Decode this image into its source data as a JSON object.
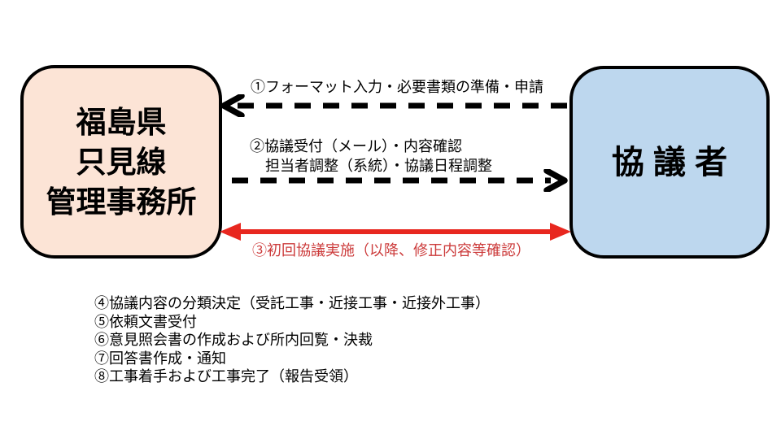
{
  "diagram": {
    "left_box": {
      "lines": [
        "福島県",
        "只見線",
        "管理事務所"
      ]
    },
    "right_box": {
      "label": "協 議 者"
    },
    "arrows": [
      {
        "id": "1",
        "direction": "right-to-left",
        "style": "dashed",
        "color": "#000000",
        "label": "①フォーマット入力・必要書類の準備・申請"
      },
      {
        "id": "2",
        "direction": "left-to-right",
        "style": "dashed",
        "color": "#000000",
        "label_line1": "②協議受付（メール）・内容確認",
        "label_line2": "担当者調整（系統）・協議日程調整"
      },
      {
        "id": "3",
        "direction": "both",
        "style": "solid",
        "color": "#E8271F",
        "label": "③初回協議実施（以降、修正内容等確認）"
      }
    ],
    "steps": [
      "④協議内容の分類決定（受託工事・近接工事・近接外工事）",
      "⑤依頼文書受付",
      "⑥意見照会書の作成および所内回覧・決裁",
      "⑦回答書作成・通知",
      "⑧工事着手および工事完了（報告受領）"
    ],
    "colors": {
      "left_box_fill": "#FCE4D6",
      "right_box_fill": "#BDD7EE",
      "box_border": "#000000",
      "black_arrow": "#000000",
      "red_arrow": "#E8271F",
      "red_label_text": "#CC3B3B",
      "background": "#FFFFFF"
    }
  }
}
